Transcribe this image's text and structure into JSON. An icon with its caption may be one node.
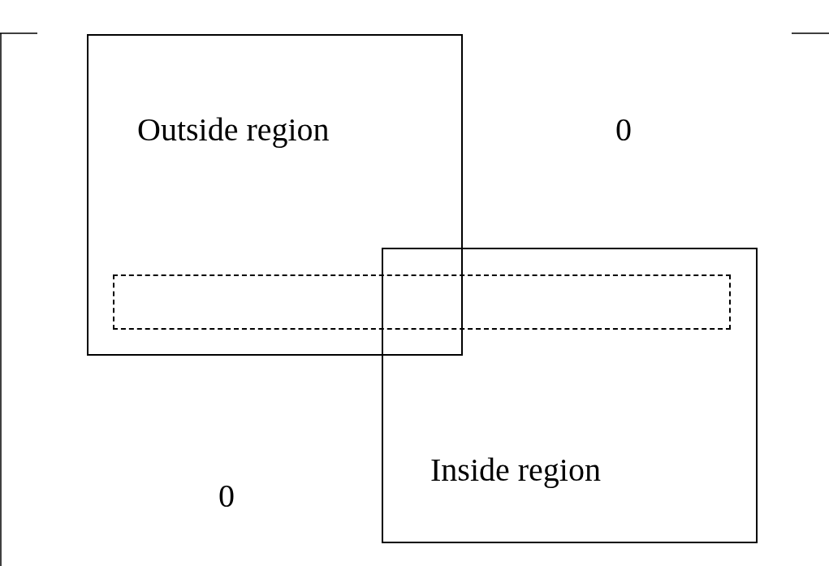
{
  "diagram": {
    "nodes": [
      {
        "text": [
          "Outside region"
        ]
      },
      {
        "text": [
          "Inside region"
        ]
      },
      {
        "text": [],
        "shape": "box"
      }
    ],
    "edges": [],
    "labels": [
      "0",
      "0"
    ]
  }
}
